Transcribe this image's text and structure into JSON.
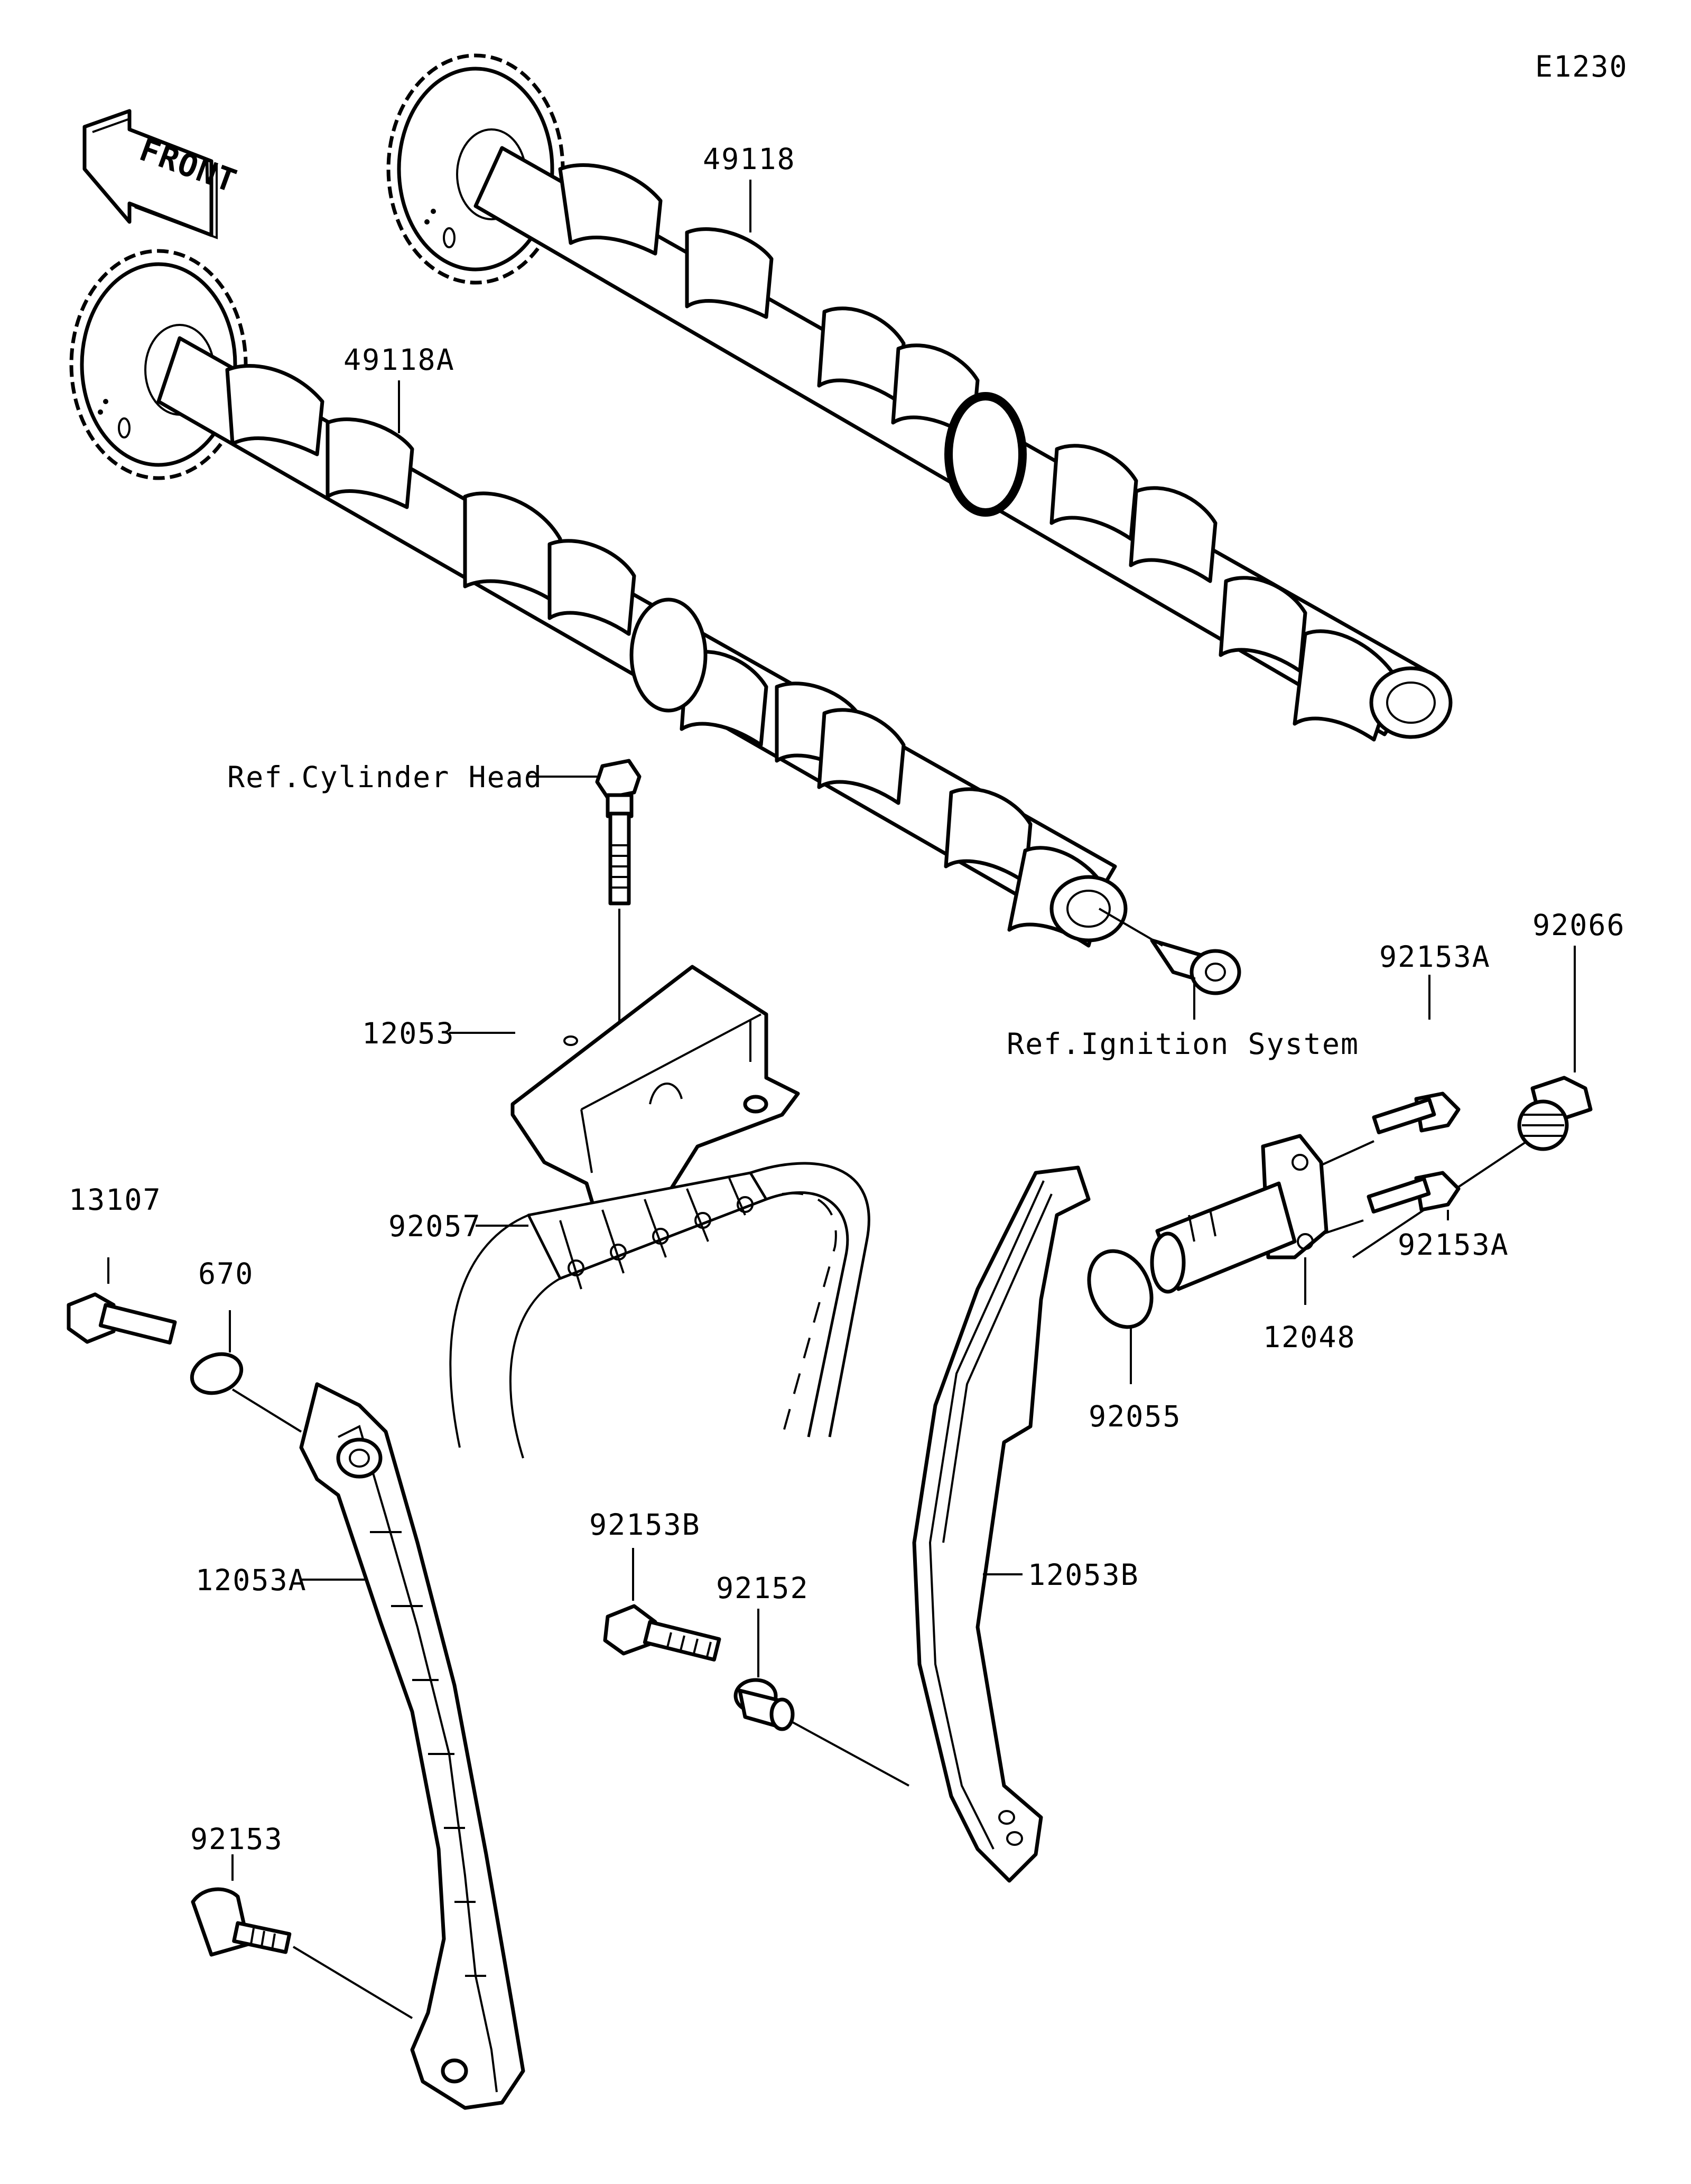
{
  "diagram_code": "E1230",
  "front_label": "FRONT",
  "labels": {
    "cam_exhaust": "49118",
    "cam_intake": "49118A",
    "ref_cylinder_head": "Ref.Cylinder Head",
    "cam_holder": "12053",
    "ref_ignition": "Ref.Ignition System",
    "bolt_a_top": "92153A",
    "plug": "92066",
    "bolt_a_bottom": "92153A",
    "tensioner": "12048",
    "oring_tensioner": "92055",
    "chain": "92057",
    "bolt_13107": "13107",
    "oring_670": "670",
    "guide_a": "12053A",
    "bolt_b": "92153B",
    "collar": "92152",
    "guide_b": "12053B",
    "bolt_92153": "92153"
  },
  "colors": {
    "line": "#000000",
    "background": "#ffffff"
  }
}
